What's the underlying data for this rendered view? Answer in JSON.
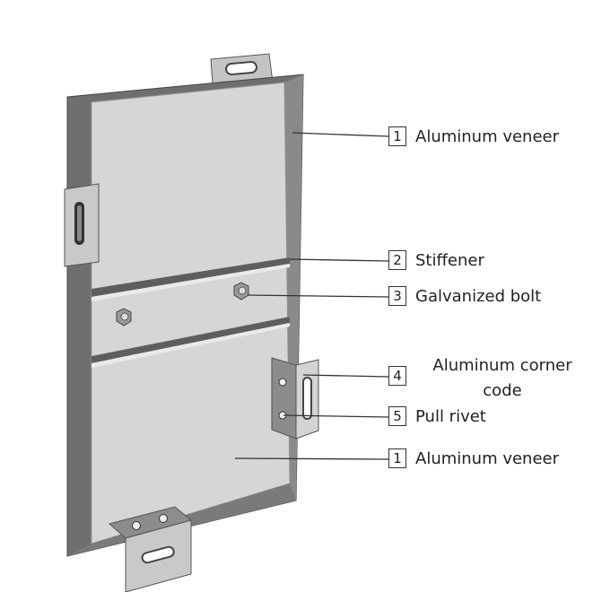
{
  "diagram": {
    "labels": [
      {
        "num": "1",
        "text": "Aluminum veneer"
      },
      {
        "num": "2",
        "text": "Stiffener"
      },
      {
        "num": "3",
        "text": "Galvanized bolt"
      },
      {
        "num": "4",
        "text_line1": "Aluminum corner",
        "text_line2": "code"
      },
      {
        "num": "5",
        "text": "Pull rivet"
      },
      {
        "num": "1",
        "text": "Aluminum veneer"
      }
    ],
    "colors": {
      "frame": "#6f6f6f",
      "panel": "#d6d6d6",
      "bracket": "#bdbdbd",
      "leader": "#333333"
    }
  }
}
